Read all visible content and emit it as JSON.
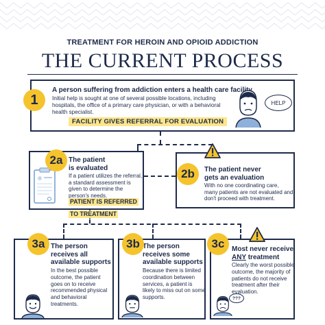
{
  "header": {
    "subtitle": "TREATMENT FOR HEROIN AND OPIOID ADDICTION",
    "title": "THE CURRENT PROCESS"
  },
  "step1": {
    "number": "1",
    "heading": "A person suffering from addiction enters a health care facility",
    "body": "Initial help is sought at one of several possible locations, including hospitals, the office of a primary care physician, or with a behavioral health specialist.",
    "highlight": "FACILITY GIVES REFERRAL FOR EVALUATION",
    "bubble": "HELP"
  },
  "step2a": {
    "number": "2a",
    "heading_line1": "The patient",
    "heading_line2": "is evaluated",
    "body": "If a patient utilizes the referral, a standard assessment is given to determine the person's needs.",
    "highlight_line1": "PATIENT IS REFERRED",
    "highlight_line2": "TO TREATMENT"
  },
  "step2b": {
    "number": "2b",
    "heading_line1": "The patient never",
    "heading_line2": "gets an evaluation",
    "body": "With no one coordinating care, many patients are not evaluated and don't proceed with treatment."
  },
  "step3a": {
    "number": "3a",
    "heading_line1": "The person",
    "heading_line2": "receives all",
    "heading_line3": "available supports",
    "body": "In the best possible outcome, the patient goes on to receive recommended physical and behavioral treatments."
  },
  "step3b": {
    "number": "3b",
    "heading_line1": "The person",
    "heading_line2": "receives some",
    "heading_line3": "available supports",
    "body": "Because there is limited coordination between services, a patient is likely to miss out on some supports."
  },
  "step3c": {
    "number": "3c",
    "heading_pre": "Most never receive",
    "heading_em": "ANY",
    "heading_post": " treatment",
    "body": "Clearly the worst possible outcome, the majority of patients do not receive treatment after their evaluation.",
    "bubble": "???"
  },
  "colors": {
    "navy": "#1d2a4a",
    "yellow": "#f5c32c",
    "highlight": "#fde68a"
  }
}
